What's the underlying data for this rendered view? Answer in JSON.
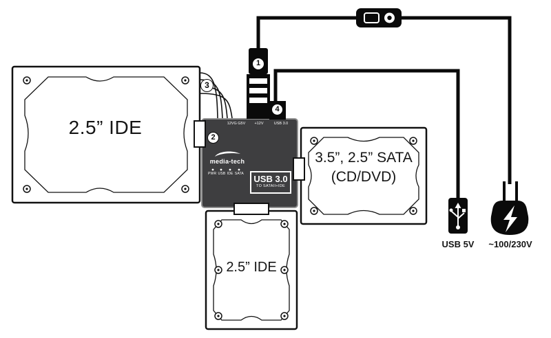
{
  "drives": {
    "left": {
      "label": "2.5” IDE"
    },
    "bottom": {
      "label": "2.5” IDE"
    },
    "right": {
      "label_line1": "3.5”, 2.5” SATA",
      "label_line2": "(CD/DVD)"
    }
  },
  "adapter": {
    "brand": "media-tech",
    "port_labels": {
      "power_out": "12VG G5V",
      "dc_in": "+12V",
      "usb": "USB 3.0"
    },
    "leds": [
      "PWR",
      "USB",
      "IDE",
      "SATA"
    ],
    "badge": {
      "title": "USB 3.0",
      "subtitle": "TO SATAII+IDE"
    }
  },
  "callouts": {
    "one": "1",
    "two": "2",
    "three": "3",
    "four": "4"
  },
  "cables": {
    "usb_plug_label": "USB 5V",
    "power_plug_label": "~100/230V"
  },
  "colors": {
    "line": "#0a0a0a",
    "adapter_body": "#3e3e40",
    "white": "#ffffff"
  }
}
